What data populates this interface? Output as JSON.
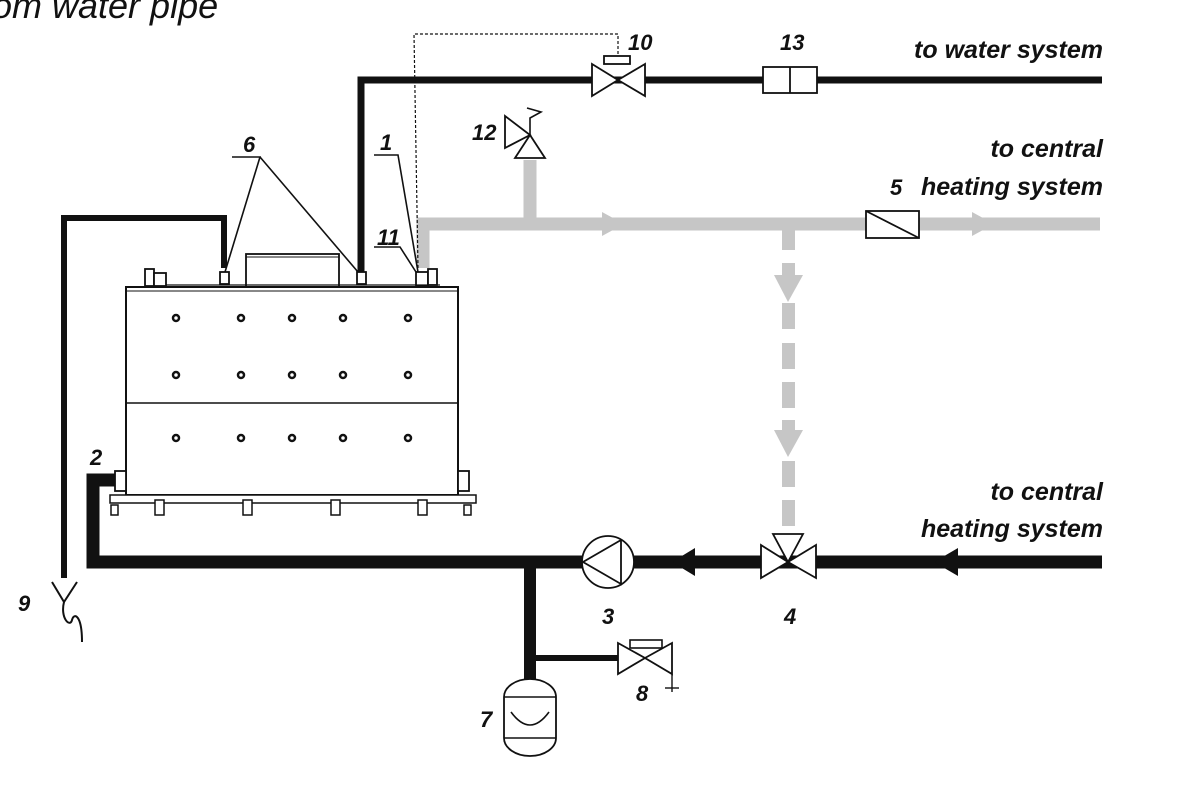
{
  "title": "om water pipe",
  "colors": {
    "cold_pipe": "#111111",
    "hot_pipe": "#c6c6c6",
    "background": "#ffffff"
  },
  "destinations": {
    "water_system": "to water system",
    "ch_supply_line1": "to central",
    "ch_supply_line2": "heating system",
    "ch_return_line1": "to central",
    "ch_return_line2": "heating system"
  },
  "labels": {
    "n1": "1",
    "n2": "2",
    "n3": "3",
    "n4": "4",
    "n5": "5",
    "n6": "6",
    "n7": "7",
    "n8": "8",
    "n9": "9",
    "n10": "10",
    "n11": "11",
    "n12": "12",
    "n13": "13"
  },
  "components": [
    {
      "id": "1",
      "icon": "sensor-fitting"
    },
    {
      "id": "2",
      "icon": "return-connection"
    },
    {
      "id": "3",
      "icon": "circulation-pump-icon"
    },
    {
      "id": "4",
      "icon": "three-way-valve-icon"
    },
    {
      "id": "5",
      "icon": "check-valve-icon"
    },
    {
      "id": "6",
      "icon": "cooling-coil-connections"
    },
    {
      "id": "7",
      "icon": "expansion-vessel-icon"
    },
    {
      "id": "8",
      "icon": "drain-valve-icon"
    },
    {
      "id": "9",
      "icon": "drain-funnel-icon"
    },
    {
      "id": "10",
      "icon": "thermostatic-valve-icon"
    },
    {
      "id": "11",
      "icon": "supply-connection"
    },
    {
      "id": "12",
      "icon": "safety-valve-icon"
    },
    {
      "id": "13",
      "icon": "filter-icon"
    }
  ]
}
